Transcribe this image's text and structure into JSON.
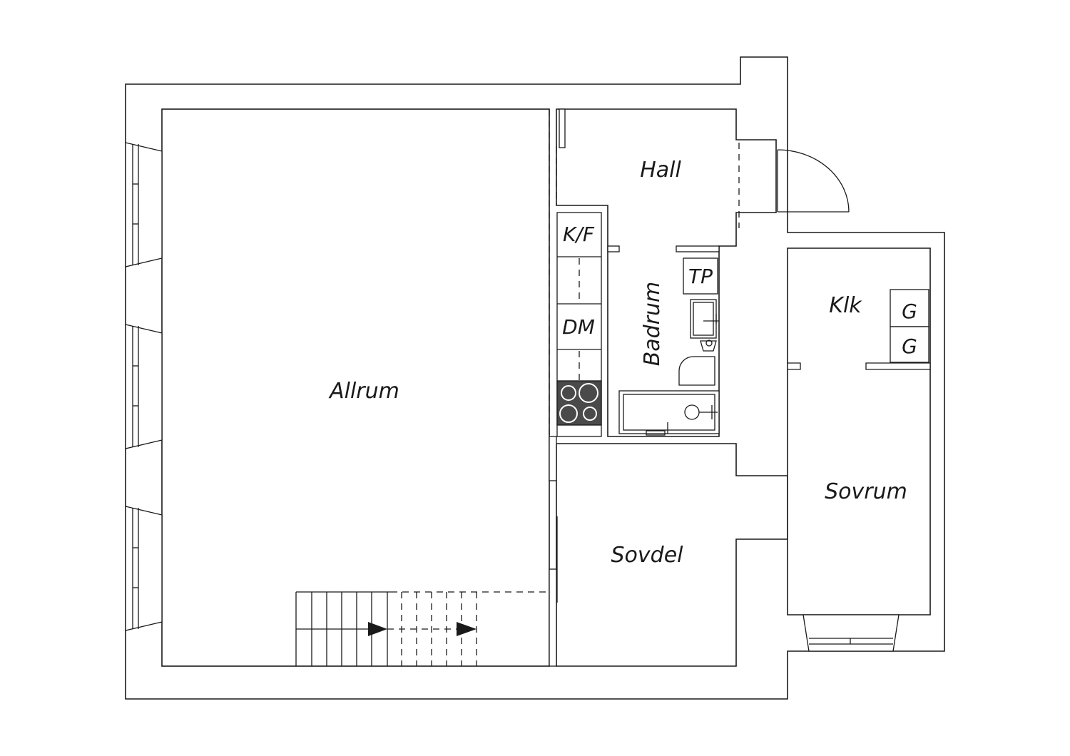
{
  "rooms": {
    "allrum": "Allrum",
    "hall": "Hall",
    "badrum": "Badrum",
    "klk": "Klk",
    "sovrum": "Sovrum",
    "sovdel": "Sovdel"
  },
  "fixtures": {
    "kf": "K/F",
    "dm": "DM",
    "tp": "TP",
    "g1": "G",
    "g2": "G"
  },
  "icons": {
    "stove": "stove-icon",
    "sink": "sink-icon",
    "toilet": "toilet-icon",
    "bathtub": "bathtub-icon",
    "stairs_arrow": "arrow-right-icon"
  },
  "colors": {
    "line": "#1a1a1a",
    "background": "#ffffff",
    "stove_fill": "#4a4a4a"
  }
}
